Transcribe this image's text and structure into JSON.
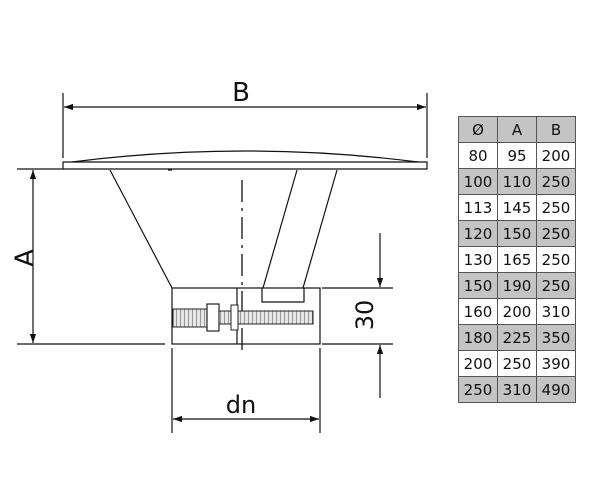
{
  "labels": {
    "b": "B",
    "a": "A",
    "h30": "30",
    "dn": "dn"
  },
  "table": {
    "headers": [
      "Ø",
      "A",
      "B"
    ],
    "rows": [
      [
        "80",
        "95",
        "200"
      ],
      [
        "100",
        "110",
        "250"
      ],
      [
        "113",
        "145",
        "250"
      ],
      [
        "120",
        "150",
        "250"
      ],
      [
        "130",
        "165",
        "250"
      ],
      [
        "150",
        "190",
        "250"
      ],
      [
        "160",
        "200",
        "310"
      ],
      [
        "180",
        "225",
        "350"
      ],
      [
        "200",
        "250",
        "390"
      ],
      [
        "250",
        "310",
        "490"
      ]
    ]
  },
  "colors": {
    "line": "#111111",
    "shade": "#c4c4c4",
    "hatch": "#8a8a8a"
  }
}
